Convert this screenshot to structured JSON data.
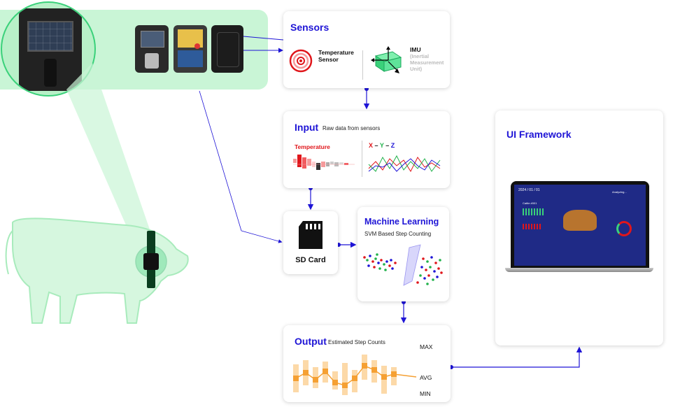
{
  "sensors": {
    "title": "Sensors",
    "temp_label": "Temperature Sensor",
    "imu_label": "IMU",
    "imu_sub": "(Inertial Measurement Unit)"
  },
  "input": {
    "title": "Input",
    "subtitle": "Raw data from sensors",
    "temp_chart_label": "Temperature",
    "xyz_label": {
      "x": "X",
      "dash1": " – ",
      "y": "Y",
      "dash2": " – ",
      "z": "Z"
    }
  },
  "sdcard": {
    "label": "SD Card"
  },
  "ml": {
    "title": "Machine Learning",
    "subtitle": "SVM Based Step Counting"
  },
  "output": {
    "title": "Output",
    "subtitle": "Estimated Step Counts",
    "max_label": "MAX",
    "avg_label": "AVG",
    "min_label": "MIN"
  },
  "ui": {
    "title": "UI Framework",
    "screen_date": "2024 / 01 / 01",
    "screen_status": "Analyzing...",
    "screen_cattle": "Cattle #001"
  },
  "colors": {
    "accent": "#1e14d6",
    "green": "#3ad17a",
    "orange": "#f5a033",
    "temp_red": "#e0161b"
  }
}
